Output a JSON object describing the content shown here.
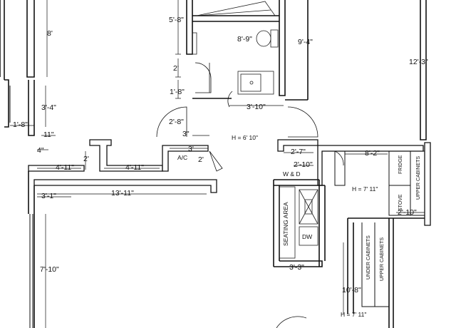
{
  "dimensions": {
    "d_8ft": "8'",
    "d_5_8": "5'-8\"",
    "d_8_9": "8'-9\"",
    "d_9_4": "9'-4\"",
    "d_12_3": "12'-3\"",
    "d_2ft_hall": "2'",
    "d_1_8_hall": "1'-8\"",
    "d_3_10": "3'-10\"",
    "d_3_4": "3'-4\"",
    "d_1_8_left": "1'-8\"",
    "d_11": "11\"",
    "d_4": "4\"",
    "d_2_8": "2'-8\"",
    "d_3_closet": "3\"",
    "d_3ft_ac": "3'",
    "d_2ft_ac": "2'",
    "d_4_11_a": "4'-11\"",
    "d_2ft_left": "2'",
    "d_4_11_b": "4'-11\"",
    "d_3_1": "3'-1\"",
    "d_13_11": "13'-11\"",
    "d_7_10": "7'-10\"",
    "d_2_7": "2'-7\"",
    "d_2_10_a": "2'-10\"",
    "d_8_2": "8'-2\"",
    "d_2_10_b": "2'-10\"",
    "d_3_3": "3'-3\"",
    "d_10_8": "10'-8\""
  },
  "labels": {
    "ceiling_main": "H = 6' 10\"",
    "ceiling_kitchen": "H = 7' 11\"",
    "ceiling_lower": "H = 7' 11\"",
    "ac": "A/C",
    "wd": "W & D",
    "dw": "DW",
    "seating": "SEATING AREA",
    "fridge": "FRIDGE",
    "upper_cabinets_right": "UPPER CABINETS",
    "stove": "STOVE",
    "under_cabinets": "UNDER CABINETS",
    "upper_cabinets_lower": "UPPER CABINETS"
  }
}
